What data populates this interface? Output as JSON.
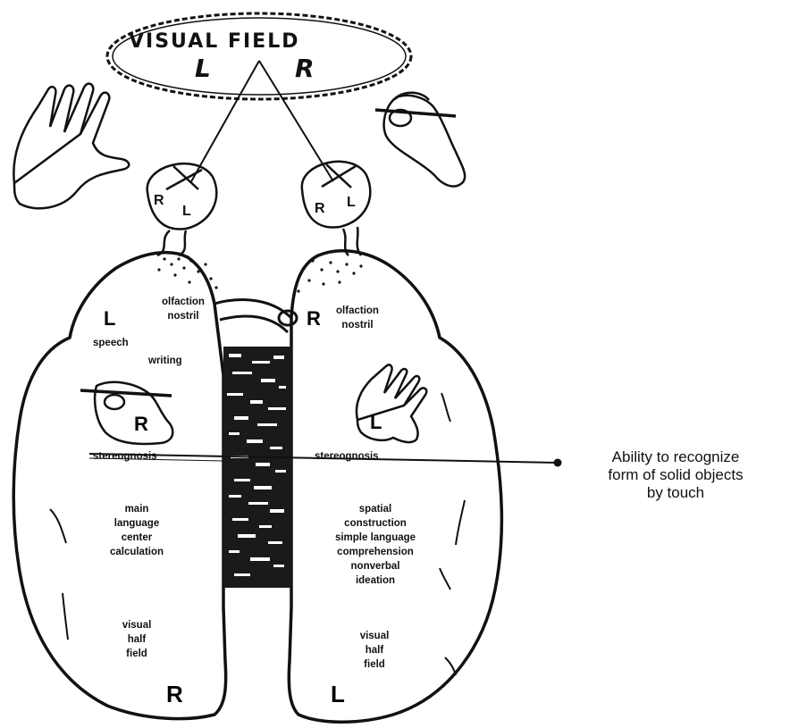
{
  "visual_field": {
    "title": "VISUAL FIELD",
    "left": "L",
    "right": "R"
  },
  "eyes": {
    "left_eye": {
      "r": "R",
      "l": "L"
    },
    "right_eye": {
      "r": "R",
      "l": "L"
    }
  },
  "left_hemisphere": {
    "top_letter": "L",
    "olfaction": [
      "olfaction",
      "nostril"
    ],
    "speech": "speech",
    "writing": "writing",
    "hand_letter": "R",
    "stereognosis": "stereognosis",
    "functions": [
      "main",
      "language",
      "center",
      "calculation"
    ],
    "visual": [
      "visual",
      "half",
      "field"
    ],
    "bottom_letter": "R"
  },
  "right_hemisphere": {
    "top_letter": "R",
    "olfaction": [
      "olfaction",
      "nostril"
    ],
    "hand_letter": "L",
    "stereognosis": "stereognosis",
    "functions": [
      "spatial",
      "construction",
      "simple language",
      "comprehension",
      "nonverbal",
      "ideation"
    ],
    "visual": [
      "visual",
      "half",
      "field"
    ],
    "bottom_letter": "L"
  },
  "annotation": [
    "Ability to recognize",
    "form of solid objects",
    "by touch"
  ]
}
